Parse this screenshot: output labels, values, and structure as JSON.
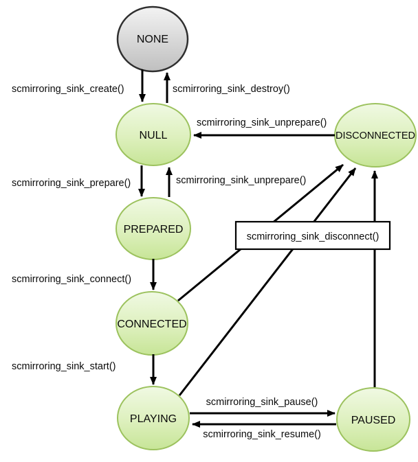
{
  "diagram": {
    "states": {
      "none": {
        "label": "NONE"
      },
      "null": {
        "label": "NULL"
      },
      "disconnected": {
        "label": "DISCONNECTED"
      },
      "prepared": {
        "label": "PREPARED"
      },
      "connected": {
        "label": "CONNECTED"
      },
      "playing": {
        "label": "PLAYING"
      },
      "paused": {
        "label": "PAUSED"
      }
    },
    "transitions": {
      "create": {
        "label": "scmirroring_sink_create()",
        "from": "NONE",
        "to": "NULL"
      },
      "destroy": {
        "label": "scmirroring_sink_destroy()",
        "from": "NULL",
        "to": "NONE"
      },
      "unprepare_from_disconnected": {
        "label": "scmirroring_sink_unprepare()",
        "from": "DISCONNECTED",
        "to": "NULL"
      },
      "prepare": {
        "label": "scmirroring_sink_prepare()",
        "from": "NULL",
        "to": "PREPARED"
      },
      "unprepare_from_prepared": {
        "label": "scmirroring_sink_unprepare()",
        "from": "PREPARED",
        "to": "NULL"
      },
      "connect": {
        "label": "scmirroring_sink_connect()",
        "from": "PREPARED",
        "to": "CONNECTED"
      },
      "start": {
        "label": "scmirroring_sink_start()",
        "from": "CONNECTED",
        "to": "PLAYING"
      },
      "disconnect": {
        "label": "scmirroring_sink_disconnect()",
        "from": "CONNECTED, PLAYING, PAUSED",
        "to": "DISCONNECTED"
      },
      "pause": {
        "label": "scmirroring_sink_pause()",
        "from": "PLAYING",
        "to": "PAUSED"
      },
      "resume": {
        "label": "scmirroring_sink_resume()",
        "from": "PAUSED",
        "to": "PLAYING"
      }
    },
    "colors": {
      "state_fill_top": "#f0f9e3",
      "state_fill_bottom": "#c7e597",
      "state_border": "#9cc25e",
      "none_fill_top": "#f3f3f3",
      "none_fill_bottom": "#bfbfbf",
      "none_border": "#2f2f2f",
      "arrow": "#000000",
      "background": "#ffffff"
    }
  }
}
